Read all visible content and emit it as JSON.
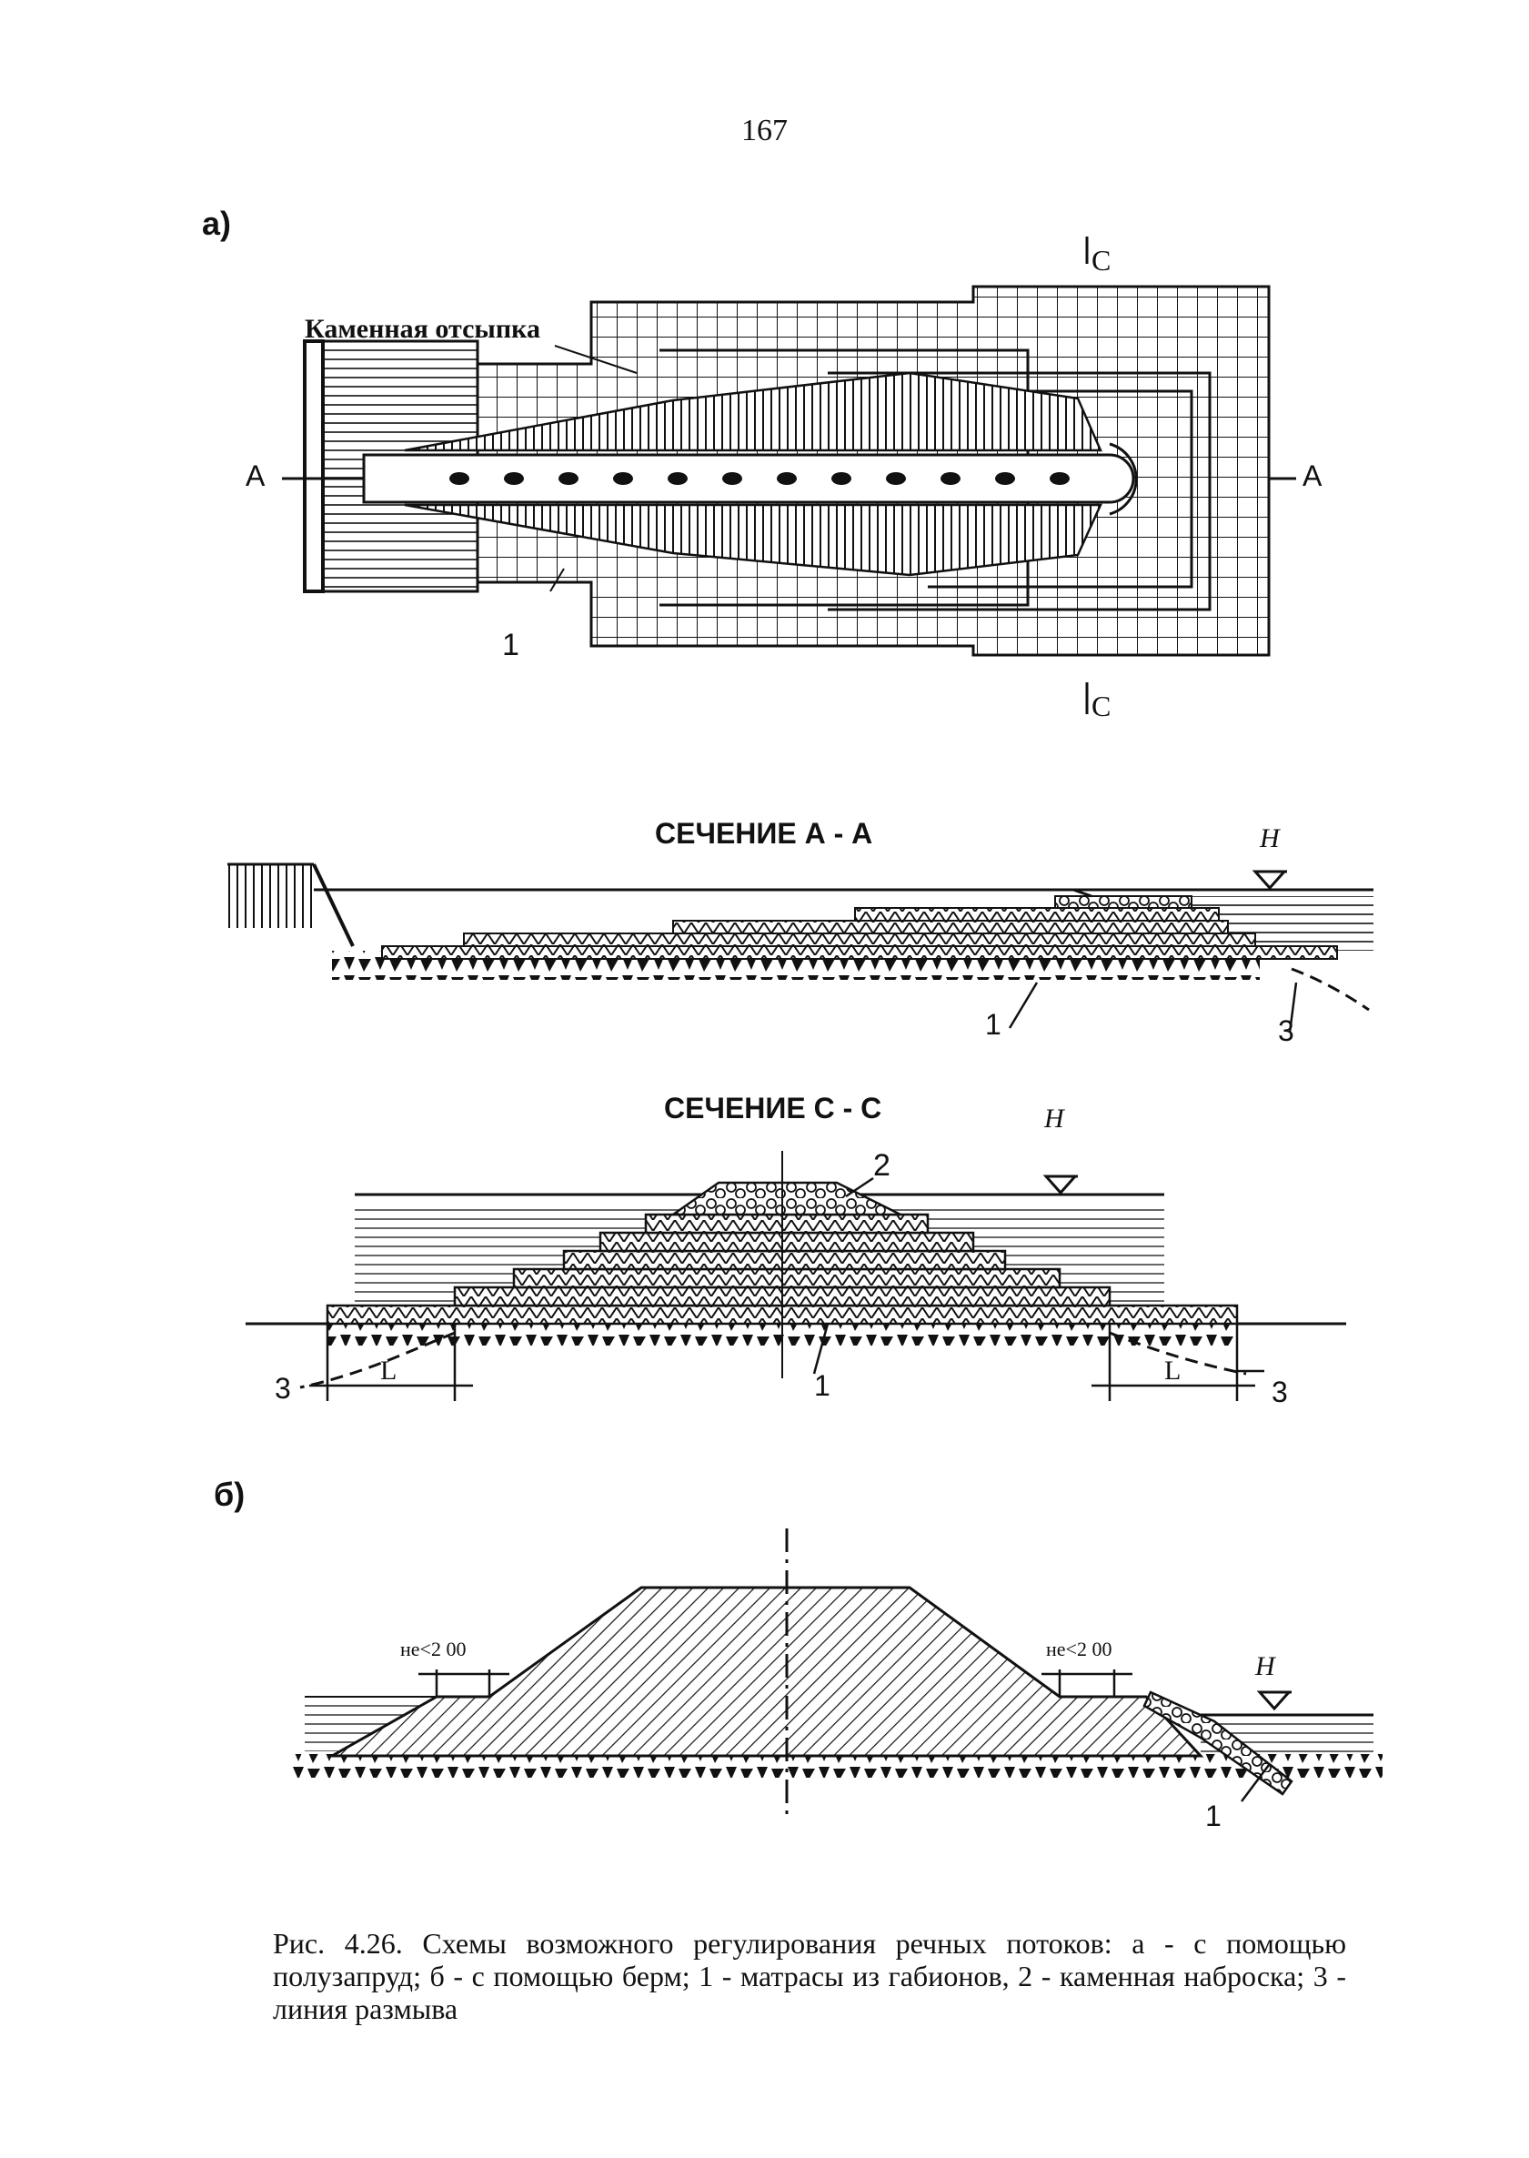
{
  "page_number": "167",
  "figure_a": {
    "letter": "а)",
    "plan_label": "Каменная отсыпка",
    "label_1": "1",
    "axis_A": "А",
    "axis_C": "С"
  },
  "section_aa": {
    "title": "СЕЧЕНИЕ А - А",
    "H": "Н",
    "n1": "1",
    "n3": "3"
  },
  "section_cc": {
    "title": "СЕЧЕНИЕ С - С",
    "H": "Н",
    "n1": "1",
    "n2": "2",
    "n3": "3",
    "L": "L"
  },
  "figure_b": {
    "letter": "б)",
    "berm_label": "не<2 00",
    "H": "Н",
    "n1": "1"
  },
  "caption": "Рис. 4.26. Схемы возможного регулирования речных потоков: а - с помощью полузапруд; б - с помощью берм; 1 - матрасы из габионов, 2 - каменная наброска; 3 - линия размыва"
}
